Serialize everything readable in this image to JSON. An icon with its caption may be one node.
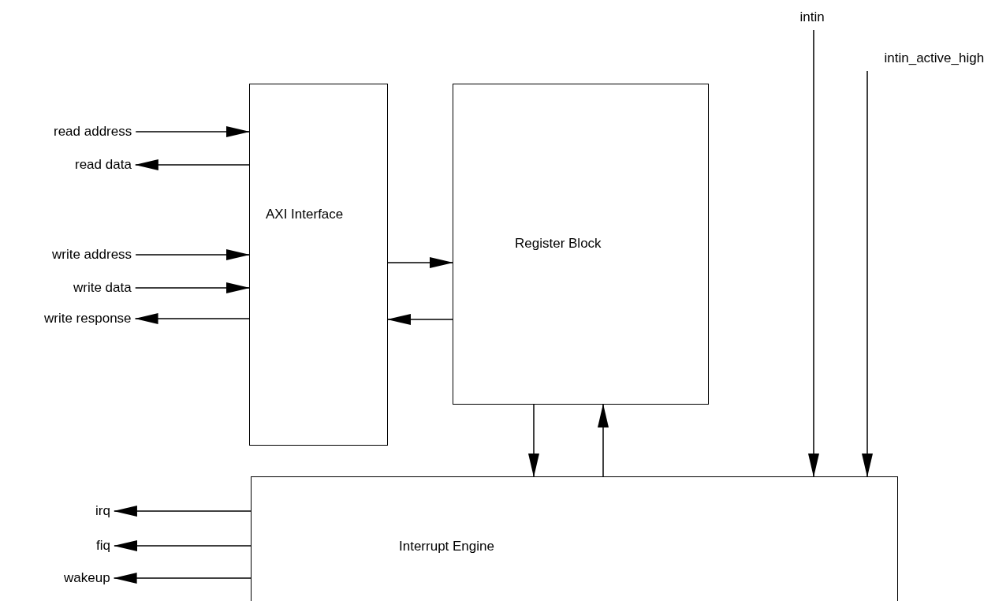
{
  "diagram": {
    "nodes": [
      {
        "text": [
          "AXI Interface"
        ]
      },
      {
        "text": [
          "Register Block"
        ]
      },
      {
        "text": [
          "Interrupt Engine"
        ]
      },
      {
        "text": [
          "read address"
        ]
      },
      {
        "text": [
          "read data"
        ]
      },
      {
        "text": [
          "write address"
        ]
      },
      {
        "text": [
          "write data"
        ]
      },
      {
        "text": [
          "write response"
        ]
      },
      {
        "text": [
          "irq"
        ]
      },
      {
        "text": [
          "fiq"
        ]
      },
      {
        "text": [
          "wakeup"
        ]
      },
      {
        "text": [
          "intin"
        ]
      },
      {
        "text": [
          "intin_active_high"
        ]
      }
    ],
    "edges": [
      {
        "from": 3,
        "to": 0,
        "arrow": "to"
      },
      {
        "from": 0,
        "to": 4,
        "arrow": "to"
      },
      {
        "from": 5,
        "to": 0,
        "arrow": "to"
      },
      {
        "from": 6,
        "to": 0,
        "arrow": "to"
      },
      {
        "from": 0,
        "to": 7,
        "arrow": "to"
      },
      {
        "from": 0,
        "to": 1,
        "arrow": "to"
      },
      {
        "from": 1,
        "to": 0,
        "arrow": "to"
      },
      {
        "from": 1,
        "to": 2,
        "arrow": "to"
      },
      {
        "from": 2,
        "to": 1,
        "arrow": "to"
      },
      {
        "from": 11,
        "to": 2,
        "arrow": "to"
      },
      {
        "from": 12,
        "to": 2,
        "arrow": "to"
      },
      {
        "from": 2,
        "to": 8,
        "arrow": "to"
      },
      {
        "from": 2,
        "to": 9,
        "arrow": "to"
      },
      {
        "from": 2,
        "to": 10,
        "arrow": "to"
      }
    ]
  }
}
